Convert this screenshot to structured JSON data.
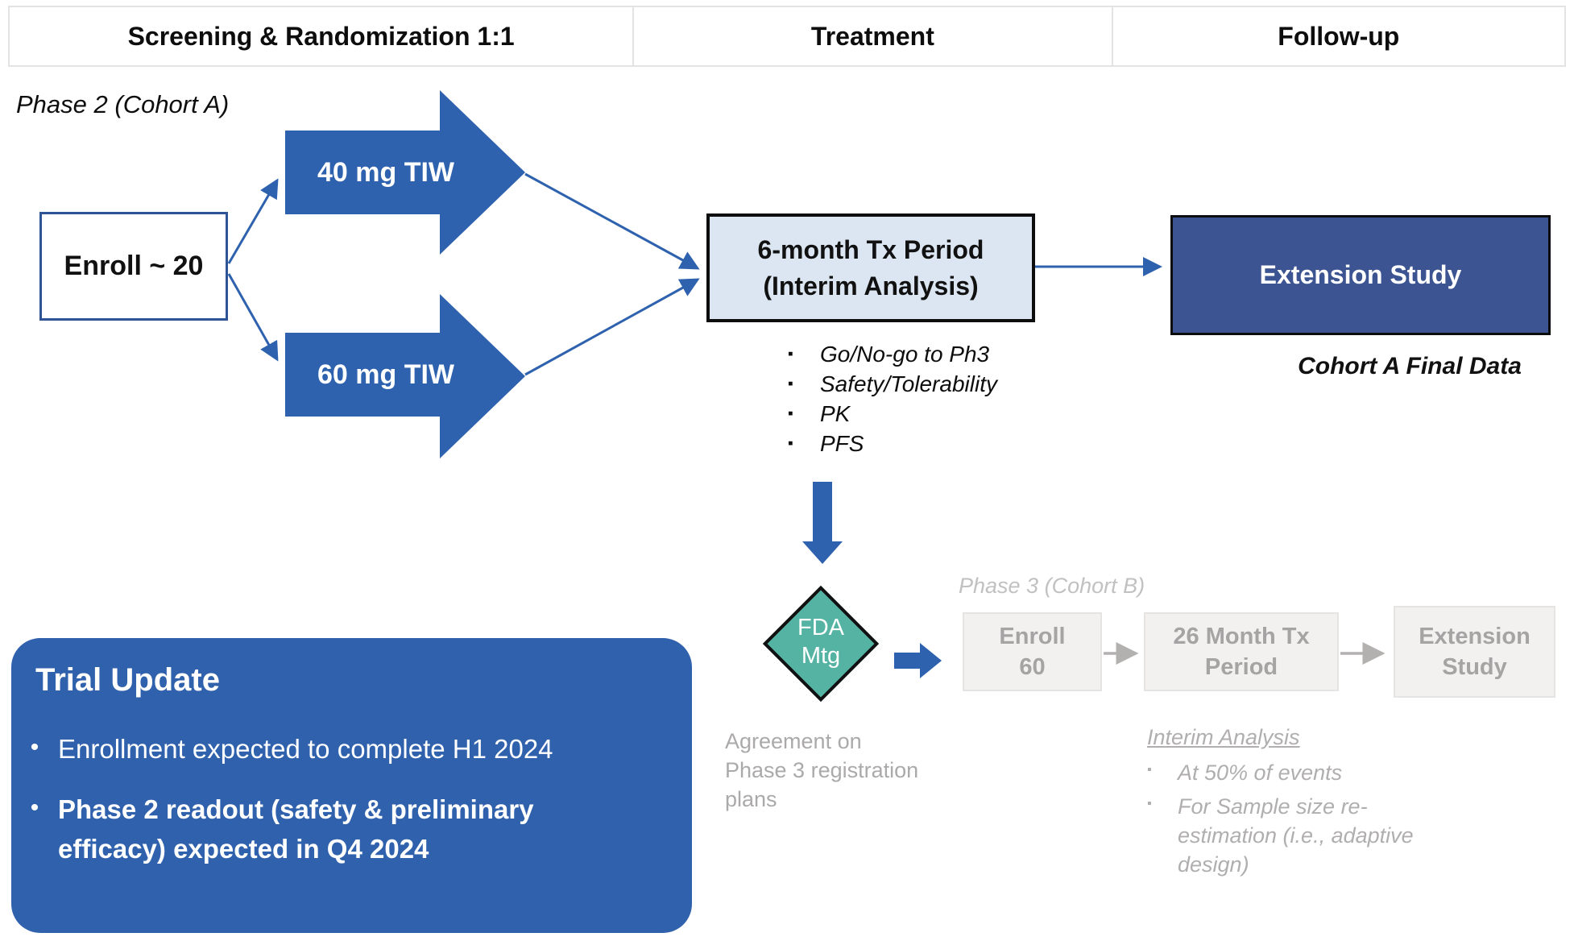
{
  "header": {
    "cells": [
      {
        "label": "Screening & Randomization 1:1"
      },
      {
        "label": "Treatment"
      },
      {
        "label": "Follow-up"
      }
    ]
  },
  "phase2": {
    "label": "Phase 2 (Cohort A)"
  },
  "enroll_box": {
    "label": "Enroll ~ 20"
  },
  "dose_arrows": [
    {
      "label": "40 mg TIW"
    },
    {
      "label": "60 mg TIW"
    }
  ],
  "tx_box": {
    "line1": "6-month Tx Period",
    "line2": "(Interim Analysis)",
    "bullet_char": "▪",
    "bullets": [
      "Go/No-go to Ph3",
      "Safety/Tolerability",
      "PK",
      "PFS"
    ]
  },
  "extension_box": {
    "label": "Extension Study",
    "caption": "Cohort A Final Data"
  },
  "fda_diamond": {
    "line1": "FDA",
    "line2": "Mtg",
    "caption_lines": [
      "Agreement on",
      "Phase 3 registration",
      "plans"
    ]
  },
  "phase3": {
    "label": "Phase 3 (Cohort B)",
    "boxes": [
      {
        "lines": [
          "Enroll",
          "60"
        ]
      },
      {
        "lines": [
          "26 Month Tx",
          "Period"
        ]
      },
      {
        "lines": [
          "Extension",
          "Study"
        ]
      }
    ],
    "interim": {
      "heading": "Interim Analysis",
      "bullet_char": "▪",
      "bullets": [
        "At 50% of events",
        "For Sample size re-estimation (i.e., adaptive design)"
      ]
    }
  },
  "trial_update": {
    "heading": "Trial Update",
    "bullet_char": "•",
    "bullets": [
      {
        "text": "Enrollment expected to complete H1 2024",
        "bold": false
      },
      {
        "text": "Phase 2 readout (safety & preliminary efficacy) expected in Q4 2024",
        "bold": true
      }
    ]
  },
  "colors": {
    "accent_blue": "#2e62ae",
    "panel_blue": "#3061ad",
    "navy_box": "#3c5492",
    "light_blue_fill": "#dce6f2",
    "teal_diamond": "#54b3a2",
    "dark_box_border": "#2f5496",
    "gray_text": "#a5a3a3",
    "light_gray_fill": "#f2f1f0",
    "header_border": "#e3e3e3"
  }
}
